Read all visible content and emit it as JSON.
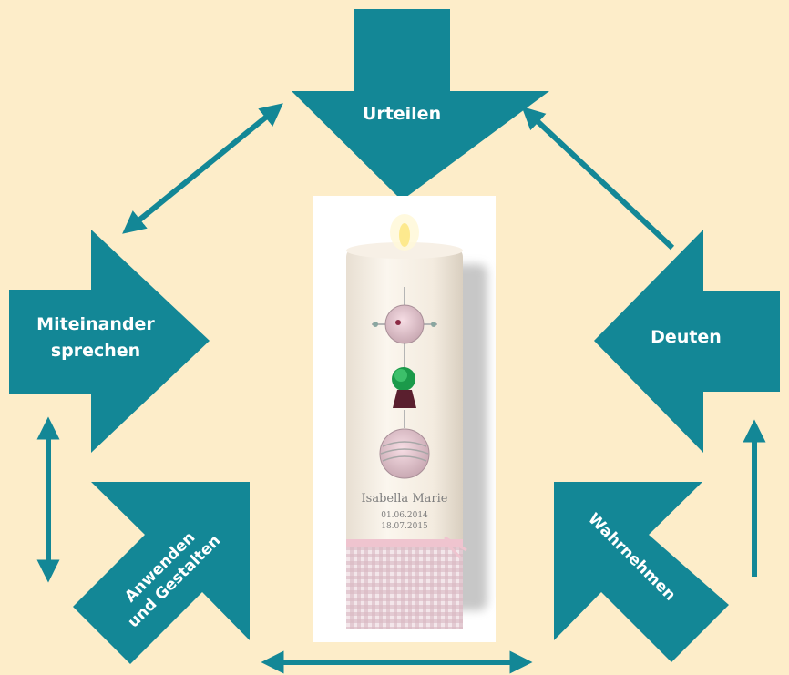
{
  "colors": {
    "background": "#fdedc9",
    "accent": "#138796",
    "label": "#ffffff"
  },
  "steps": {
    "judge": "Urteilen",
    "interpret": "Deuten",
    "perceive": "Wahrnehmen",
    "apply_line1": "Anwenden",
    "apply_line2": "und Gestalten",
    "talk_line1": "Miteinander",
    "talk_line2": "sprechen"
  },
  "candle": {
    "name": "Isabella Marie",
    "date1": "01.06.2014",
    "date2": "18.07.2015"
  }
}
